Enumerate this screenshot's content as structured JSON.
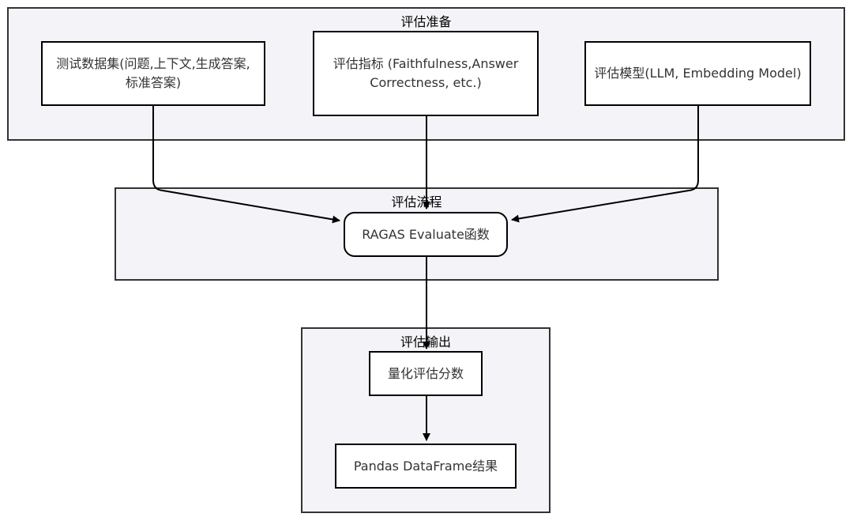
{
  "clusters": {
    "prep": {
      "title": "评估准备"
    },
    "flow": {
      "title": "评估流程"
    },
    "output": {
      "title": "评估输出"
    }
  },
  "nodes": {
    "test_dataset": {
      "label": "测试数据集(问题,上下文,生成答案,标准答案)"
    },
    "metrics": {
      "label": "评估指标 (Faithfulness,Answer Correctness, etc.)"
    },
    "models": {
      "label": "评估模型(LLM, Embedding Model)"
    },
    "evaluate": {
      "label": "RAGAS Evaluate函数"
    },
    "scores": {
      "label": "量化评估分数"
    },
    "result": {
      "label": "Pandas DataFrame结果"
    }
  },
  "edges": [
    {
      "from": "test_dataset",
      "to": "evaluate"
    },
    {
      "from": "metrics",
      "to": "evaluate"
    },
    {
      "from": "models",
      "to": "evaluate"
    },
    {
      "from": "evaluate",
      "to": "scores"
    },
    {
      "from": "scores",
      "to": "result"
    }
  ]
}
